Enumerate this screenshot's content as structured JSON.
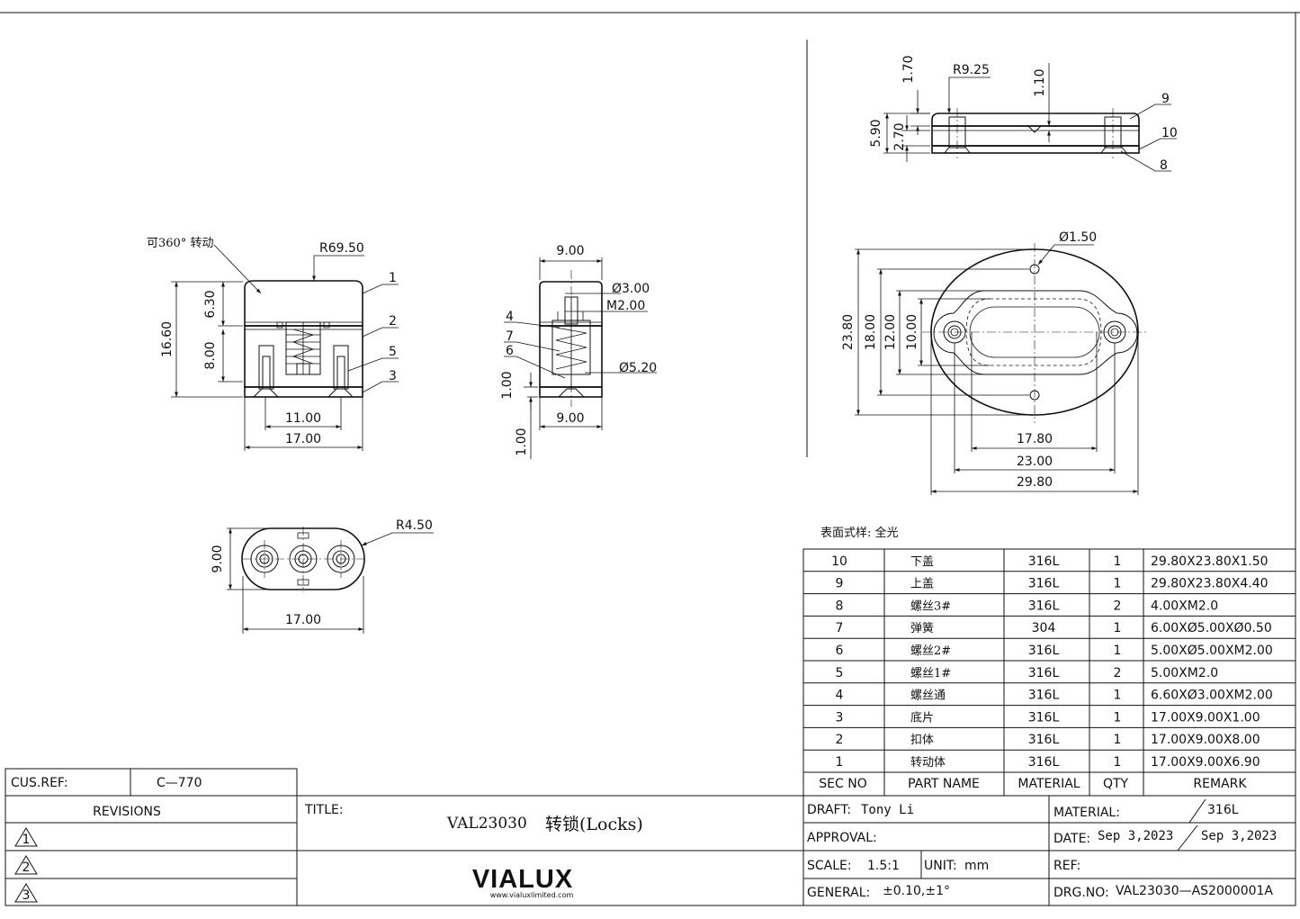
{
  "views": {
    "front": {
      "note": "可360° 转动",
      "radius": "R69.50",
      "callouts": [
        "1",
        "2",
        "5",
        "3"
      ],
      "dims": {
        "h_total": "16.60",
        "h_top": "6.30",
        "h_mid": "8.00",
        "w_inner": "11.00",
        "w_total": "17.00"
      }
    },
    "side": {
      "dims": {
        "w_top": "9.00",
        "d1": "Ø3.00",
        "d2": "M2.00",
        "d3": "Ø5.20",
        "h1": "1.00",
        "h2": "1.00",
        "w_bot": "9.00"
      },
      "callouts": [
        "4",
        "7",
        "6"
      ]
    },
    "bottom": {
      "radius": "R4.50",
      "h": "9.00",
      "w": "17.00"
    },
    "top_section": {
      "dims": {
        "h1": "1.70",
        "radius": "R9.25",
        "h2": "1.10",
        "h_total": "5.90",
        "h3": "2.70"
      },
      "callouts": [
        "9",
        "10",
        "8"
      ]
    },
    "plan": {
      "dia": "Ø1.50",
      "dims": {
        "h_outer": "23.80",
        "h_18": "18.00",
        "h_12": "12.00",
        "h_10": "10.00",
        "w_1780": "17.80",
        "w_2300": "23.00",
        "w_2980": "29.80"
      }
    }
  },
  "surface_note": "表面式样: 全光",
  "bom": {
    "rows": [
      {
        "no": "10",
        "name": "下盖",
        "material": "316L",
        "qty": "1",
        "remark": "29.80X23.80X1.50"
      },
      {
        "no": "9",
        "name": "上盖",
        "material": "316L",
        "qty": "1",
        "remark": "29.80X23.80X4.40"
      },
      {
        "no": "8",
        "name": "螺丝3#",
        "material": "316L",
        "qty": "2",
        "remark": "4.00XM2.0"
      },
      {
        "no": "7",
        "name": "弹簧",
        "material": "304",
        "qty": "1",
        "remark": "6.00XØ5.00XØ0.50"
      },
      {
        "no": "6",
        "name": "螺丝2#",
        "material": "316L",
        "qty": "1",
        "remark": "5.00XØ5.00XM2.00"
      },
      {
        "no": "5",
        "name": "螺丝1#",
        "material": "316L",
        "qty": "2",
        "remark": "5.00XM2.0"
      },
      {
        "no": "4",
        "name": "螺丝通",
        "material": "316L",
        "qty": "1",
        "remark": "6.60XØ3.00XM2.00"
      },
      {
        "no": "3",
        "name": "底片",
        "material": "316L",
        "qty": "1",
        "remark": "17.00X9.00X1.00"
      },
      {
        "no": "2",
        "name": "扣体",
        "material": "316L",
        "qty": "1",
        "remark": "17.00X9.00X8.00"
      },
      {
        "no": "1",
        "name": "转动体",
        "material": "316L",
        "qty": "1",
        "remark": "17.00X9.00X6.90"
      }
    ],
    "headers": {
      "no": "SEC NO",
      "name": "PART NAME",
      "material": "MATERIAL",
      "qty": "QTY",
      "remark": "REMARK"
    }
  },
  "title_block": {
    "cus_ref_label": "CUS.REF:",
    "cus_ref": "C—770",
    "revisions_label": "REVISIONS",
    "revisions": [
      "1",
      "2",
      "3"
    ],
    "title_label": "TITLE:",
    "title_code": "VAL23030",
    "title_name": "转锁(Locks)",
    "logo": "VIALUX",
    "logo_url": "www.vialuxlimited.com",
    "draft_label": "DRAFT:",
    "draft": "Tony Li",
    "approval_label": "APPROVAL:",
    "scale_label": "SCALE:",
    "scale": "1.5:1",
    "unit_label": "UNIT:",
    "unit": "mm",
    "general_label": "GENERAL:",
    "general": "±0.10,±1°",
    "material_label": "MATERIAL:",
    "material": "316L",
    "date_label": "DATE:",
    "date1": "Sep 3,2023",
    "date2": "Sep 3,2023",
    "ref_label": "REF:",
    "drg_label": "DRG.NO:",
    "drg_no": "VAL23030—AS2000001A"
  }
}
